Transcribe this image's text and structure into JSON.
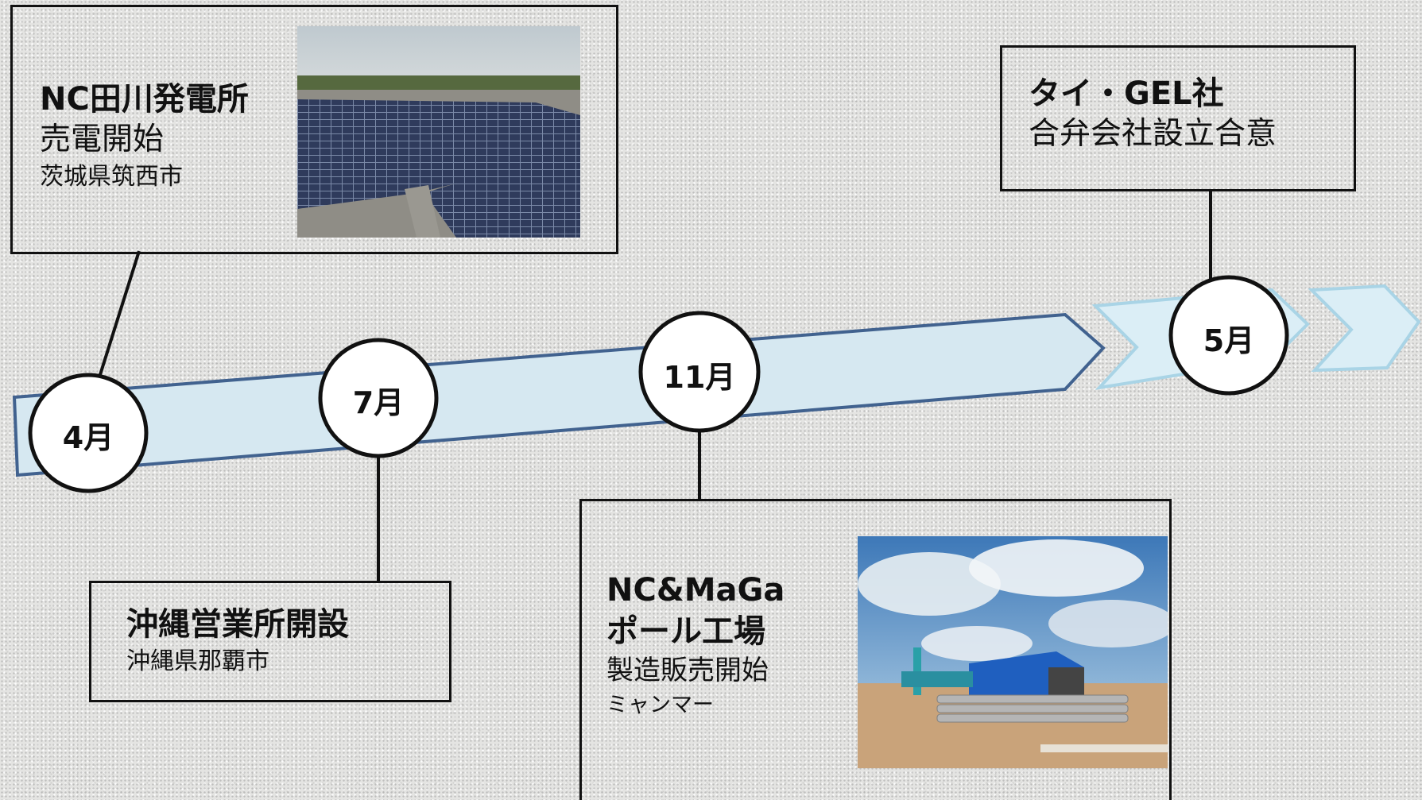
{
  "events": [
    {
      "id": "tagawa",
      "month": "4月",
      "line1": "NC田川発電所",
      "line2": "売電開始",
      "line3": "茨城県筑西市"
    },
    {
      "id": "okinawa",
      "month": "7月",
      "line1": "沖縄営業所開設",
      "line2": "沖縄県那覇市"
    },
    {
      "id": "myanmar",
      "month": "11月",
      "line1": "NC&MaGa",
      "line2": "ポール工場",
      "line3": "製造販売開始",
      "line4": "ミャンマー"
    },
    {
      "id": "thai",
      "month": "5月",
      "line1": "タイ・GEL社",
      "line2": "合弁会社設立合意"
    }
  ],
  "images": {
    "solar": "solar-farm-photo",
    "factory": "pole-factory-photo"
  },
  "colors": {
    "arrow_fill": "#d6e8f1",
    "arrow_stroke": "#41628f",
    "future_fill": "#dbeef6",
    "future_stroke": "#a9d4e6"
  }
}
